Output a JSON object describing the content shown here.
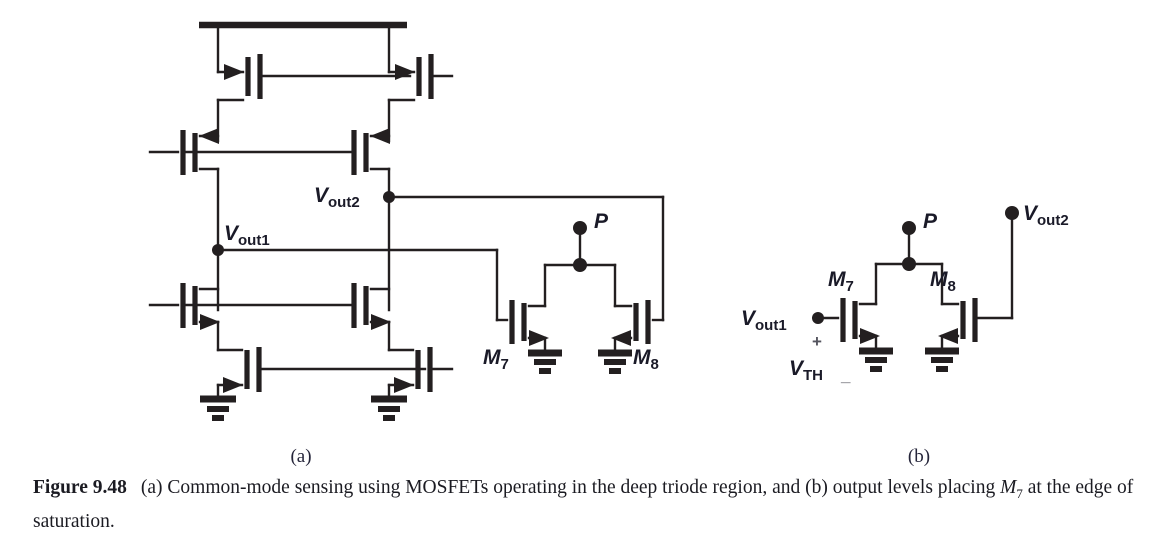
{
  "figure": {
    "number": "Figure 9.48",
    "caption_part1": "(a) Common-mode sensing using MOSFETs operating in the deep triode region, and (b) output levels placing ",
    "caption_device": "M",
    "caption_device_sub": "7",
    "caption_part2": " at the edge of saturation."
  },
  "panels": {
    "a": {
      "sublabel": "(a)",
      "nodes": {
        "vout1": {
          "name": "V",
          "sub": "out1"
        },
        "vout2": {
          "name": "V",
          "sub": "out2"
        },
        "p": {
          "name": "P"
        }
      },
      "devices": {
        "m7": {
          "name": "M",
          "sub": "7"
        },
        "m8": {
          "name": "M",
          "sub": "8"
        }
      }
    },
    "b": {
      "sublabel": "(b)",
      "nodes": {
        "vout1": {
          "name": "V",
          "sub": "out1"
        },
        "vout2": {
          "name": "V",
          "sub": "out2"
        },
        "p": {
          "name": "P"
        },
        "vth": {
          "name": "V",
          "sub": "TH"
        }
      },
      "devices": {
        "m7": {
          "name": "M",
          "sub": "7"
        },
        "m8": {
          "name": "M",
          "sub": "8"
        }
      },
      "polarity": {
        "plus": "+",
        "minus": "_"
      }
    }
  },
  "colors": {
    "ink": "#231f20",
    "label_ink": "#1a1a28",
    "caption_ink": "#1b1b22",
    "background": "#ffffff"
  }
}
